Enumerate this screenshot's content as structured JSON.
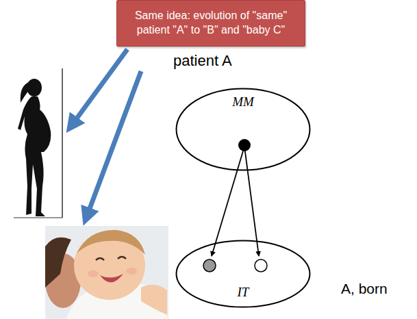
{
  "diagram": {
    "nodes": [
      {
        "text": [
          "Same idea:  evolution of \"same\" patient \"A\" to \"B\" and \"baby C\""
        ]
      },
      {
        "text": [
          "MM"
        ]
      },
      {
        "text": [
          "IT"
        ]
      }
    ],
    "labels": [
      "patient A",
      "A, born"
    ]
  }
}
